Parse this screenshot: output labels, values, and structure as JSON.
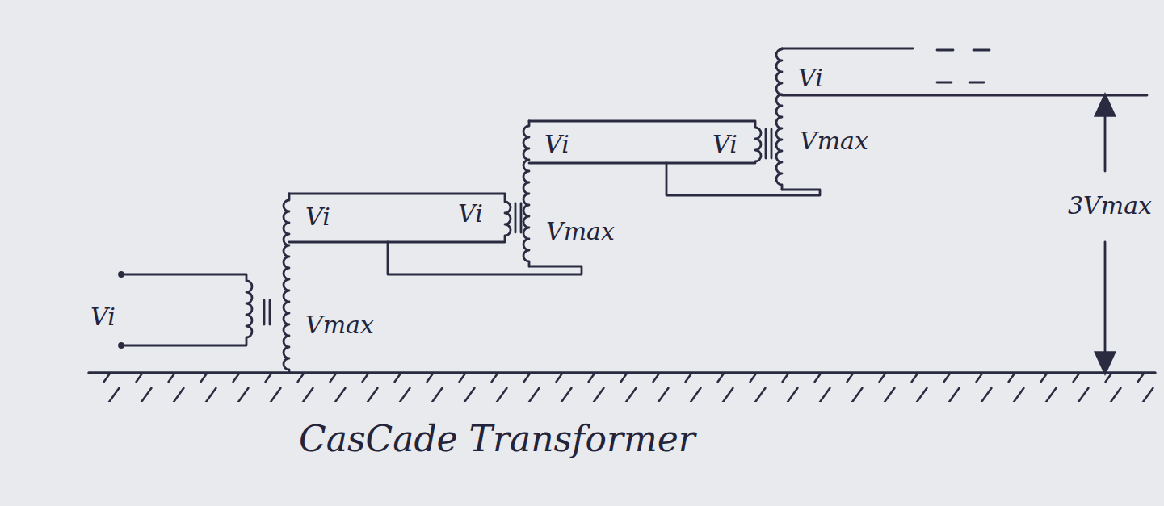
{
  "diagram": {
    "caption": "CasCade Transformer",
    "labels": [
      "Vi",
      "Vmax",
      "Vi",
      "Vi",
      "Vmax",
      "Vi",
      "Vi",
      "Vmax",
      "Vi",
      "3Vmax"
    ]
  }
}
